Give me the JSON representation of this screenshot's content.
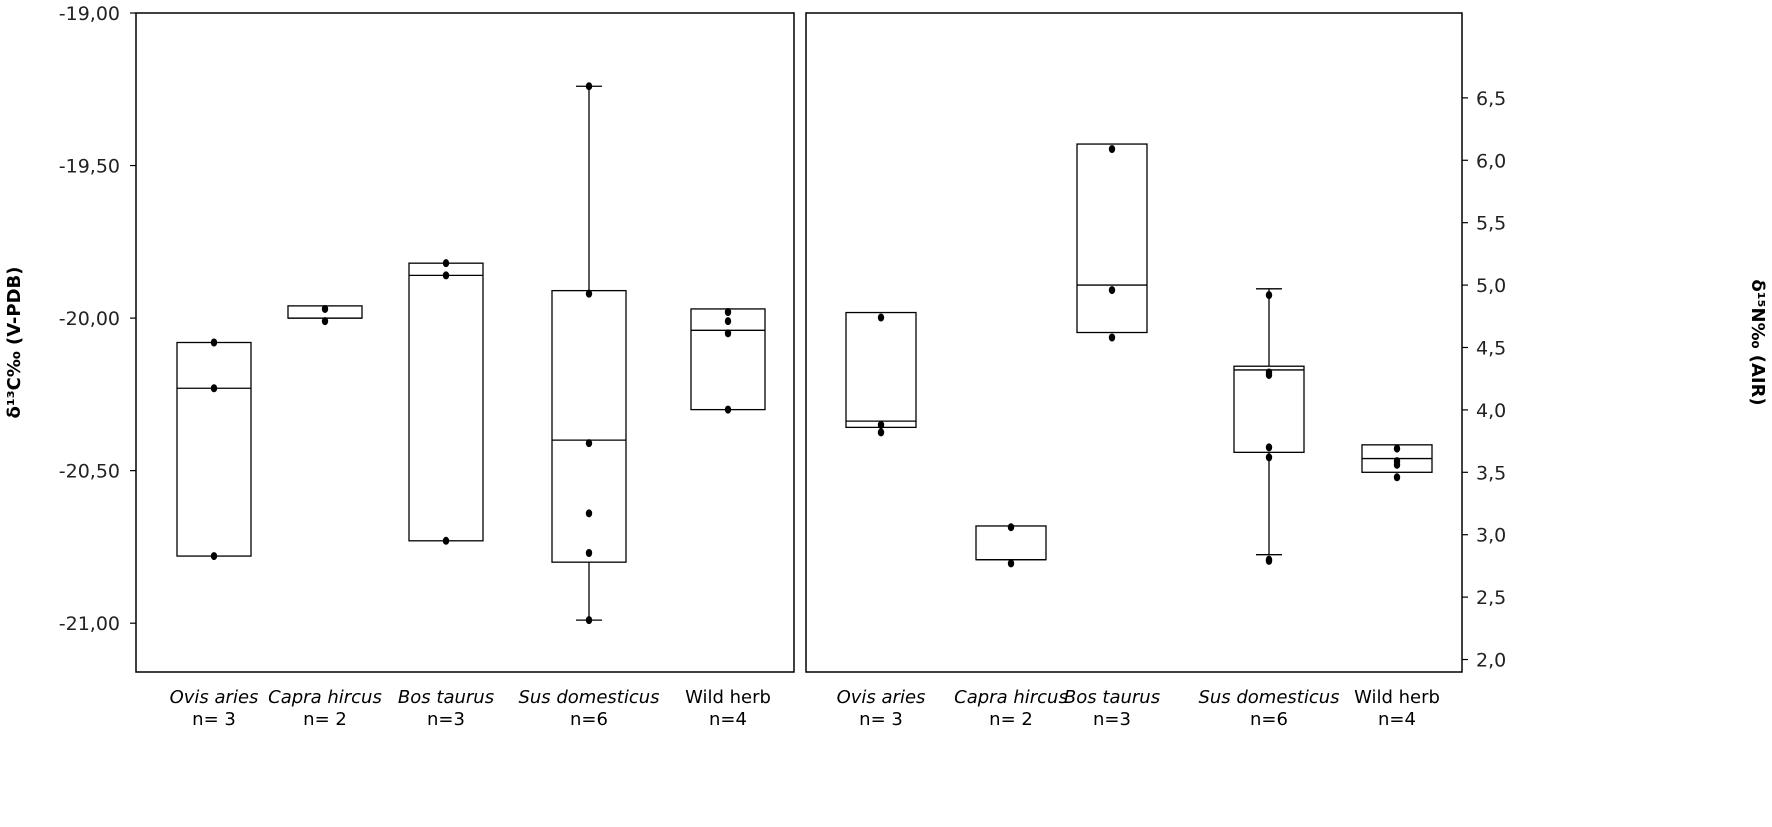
{
  "chart_data": [
    {
      "type": "box",
      "ylabel": "δ¹³C‰ (V-PDB)",
      "ylim": [
        -21.16,
        -19.0
      ],
      "y_ticks": [
        {
          "value": -19.0,
          "label": "-19,00"
        },
        {
          "value": -19.5,
          "label": "-19,50"
        },
        {
          "value": -20.0,
          "label": "-20,00"
        },
        {
          "value": -20.5,
          "label": "-20,50"
        },
        {
          "value": -21.0,
          "label": "-21,00"
        }
      ],
      "categories": [
        {
          "name": "Ovis aries",
          "n": "n= 3",
          "italic": true
        },
        {
          "name": "Capra hircus",
          "n": "n= 2",
          "italic": true
        },
        {
          "name": "Bos taurus",
          "n": "n=3",
          "italic": true
        },
        {
          "name": "Sus domesticus",
          "n": "n=6",
          "italic": true
        },
        {
          "name": "Wild herb",
          "n": "n=4",
          "italic": false
        }
      ],
      "boxes": [
        {
          "q1": -20.78,
          "median": -20.23,
          "q3": -20.08
        },
        {
          "q1": -20.0,
          "median": -20.0,
          "q3": -19.96
        },
        {
          "q1": -20.73,
          "median": -19.86,
          "q3": -19.82
        },
        {
          "q1": -20.8,
          "median": -20.4,
          "q3": -19.91,
          "whisker_low": -20.99,
          "whisker_high": -19.24
        },
        {
          "q1": -20.3,
          "median": -20.04,
          "q3": -19.97
        }
      ],
      "points": [
        [
          -20.08,
          -20.23,
          -20.78
        ],
        [
          -19.97,
          -20.01
        ],
        [
          -19.82,
          -19.86,
          -20.73
        ],
        [
          -19.24,
          -19.92,
          -20.41,
          -20.64,
          -20.77,
          -20.99
        ],
        [
          -19.98,
          -20.01,
          -20.05,
          -20.3
        ]
      ]
    },
    {
      "type": "box",
      "ylabel": "δ¹⁵N‰ (AIR)",
      "ylim": [
        1.9,
        7.18
      ],
      "y_ticks": [
        {
          "value": 2.0,
          "label": "2,0"
        },
        {
          "value": 2.5,
          "label": "2,5"
        },
        {
          "value": 3.0,
          "label": "3,0"
        },
        {
          "value": 3.5,
          "label": "3,5"
        },
        {
          "value": 4.0,
          "label": "4,0"
        },
        {
          "value": 4.5,
          "label": "4,5"
        },
        {
          "value": 5.0,
          "label": "5,0"
        },
        {
          "value": 5.5,
          "label": "5,5"
        },
        {
          "value": 6.0,
          "label": "6,0"
        },
        {
          "value": 6.5,
          "label": "6,5"
        }
      ],
      "categories": [
        {
          "name": "Ovis aries",
          "n": "n= 3",
          "italic": true
        },
        {
          "name": "Capra hircus",
          "n": "n= 2",
          "italic": true
        },
        {
          "name": "Bos taurus",
          "n": "n=3",
          "italic": true
        },
        {
          "name": "Sus domesticus",
          "n": "n=6",
          "italic": true
        },
        {
          "name": "Wild herb",
          "n": "n=4",
          "italic": false
        }
      ],
      "boxes": [
        {
          "q1": 3.86,
          "median": 3.91,
          "q3": 4.78
        },
        {
          "q1": 2.8,
          "median": 2.8,
          "q3": 3.07
        },
        {
          "q1": 4.62,
          "median": 5.0,
          "q3": 6.13
        },
        {
          "q1": 3.66,
          "median": 4.32,
          "q3": 4.35,
          "whisker_low": 2.84,
          "whisker_high": 4.97
        },
        {
          "q1": 3.5,
          "median": 3.61,
          "q3": 3.72
        }
      ],
      "points": [
        [
          4.74,
          3.88,
          3.82
        ],
        [
          3.06,
          2.77
        ],
        [
          6.09,
          4.96,
          4.58
        ],
        [
          4.92,
          4.3,
          4.28,
          3.7,
          3.62,
          2.8,
          2.79
        ],
        [
          3.69,
          3.59,
          3.56,
          3.46
        ]
      ]
    }
  ]
}
